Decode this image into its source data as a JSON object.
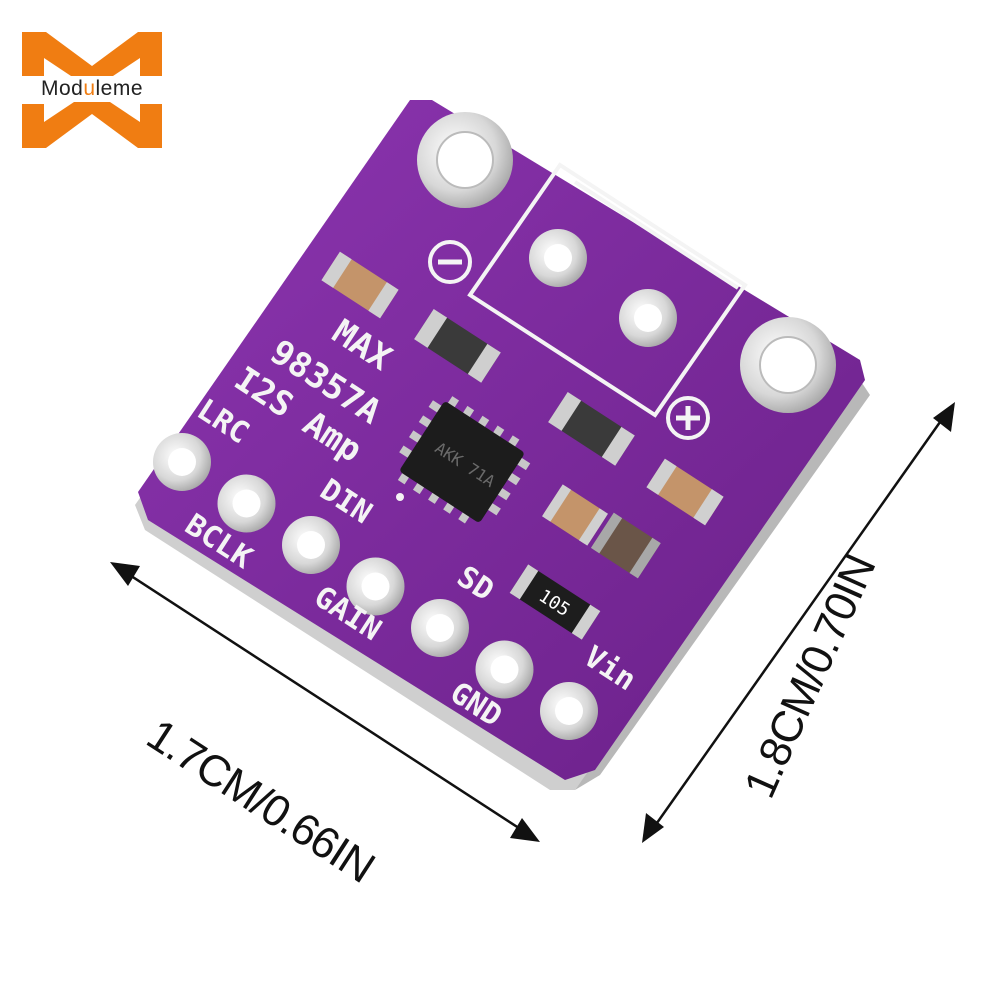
{
  "logo": {
    "brand_prefix": "Mod",
    "brand_highlight": "u",
    "brand_suffix": "leme",
    "accent_color": "#f07d12"
  },
  "board": {
    "pcb_color": "#7a2a9c",
    "chip_marking": "AKK 71A",
    "resistor_marking": "105",
    "silkscreen": {
      "title_line1": "MAX",
      "title_line2": "98357A",
      "title_line3": "I2S Amp",
      "minus": "⊖",
      "plus": "⊕"
    },
    "pins": [
      "LRC",
      "BCLK",
      "DIN",
      "GAIN",
      "SD",
      "GND",
      "Vin"
    ]
  },
  "dimensions": {
    "width_label": "1.7CM/0.66IN",
    "height_label": "1.8CM/0.70IN"
  }
}
